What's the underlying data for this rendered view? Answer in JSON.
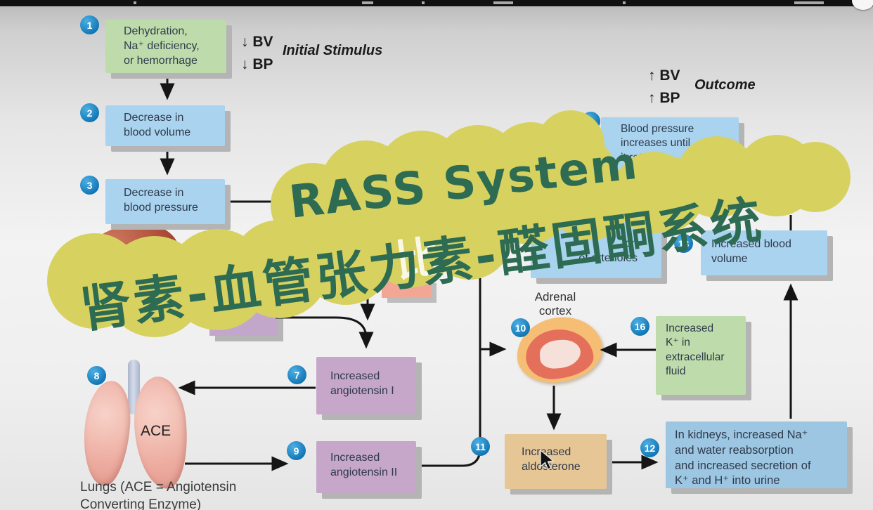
{
  "banner": {
    "title": "RASS System",
    "subtitle": "肾素-血管张力素-醛固酮系统",
    "scribble": "比"
  },
  "stimulus": {
    "bv": "↓ BV",
    "bp": "↓ BP",
    "label": "Initial Stimulus"
  },
  "outcome": {
    "bv": "↑ BV",
    "bp": "↑ BP",
    "label": "Outcome"
  },
  "steps": {
    "s1": {
      "num": "1",
      "text": "Dehydration,\nNa⁺ deficiency,\nor hemorrhage"
    },
    "s2": {
      "num": "2",
      "text": "Decrease in\nblood volume"
    },
    "s3": {
      "num": "3",
      "text": "Decrease in\nblood pressure"
    },
    "s7": {
      "num": "7",
      "text": "Increased\nangiotensin I"
    },
    "s8": {
      "num": "8"
    },
    "s9": {
      "num": "9",
      "text": "Increased\nangiotensin II"
    },
    "s10": {
      "num": "10"
    },
    "s11": {
      "num": "11",
      "text": "Increased\naldosterone"
    },
    "s12": {
      "num": "12",
      "text": "In kidneys, increased Na⁺\nand water reabsorption\nand increased secretion of\nK⁺ and H⁺ into urine"
    },
    "s13": {
      "num": "13",
      "text": "Increased blood\nvolume"
    },
    "s16": {
      "num": "16",
      "text": "Increased\nK⁺ in\nextracellular\nfluid"
    },
    "s14": {
      "text": "Blood pressure\nincreases until\nit ret"
    },
    "arterioles": {
      "text": "…on\nof arterioles"
    }
  },
  "labels": {
    "adrenal": "Adrenal\ncortex",
    "ace": "ACE",
    "lungs_caption": "Lungs (ACE = Angiotensin\nConverting Enzyme)"
  }
}
